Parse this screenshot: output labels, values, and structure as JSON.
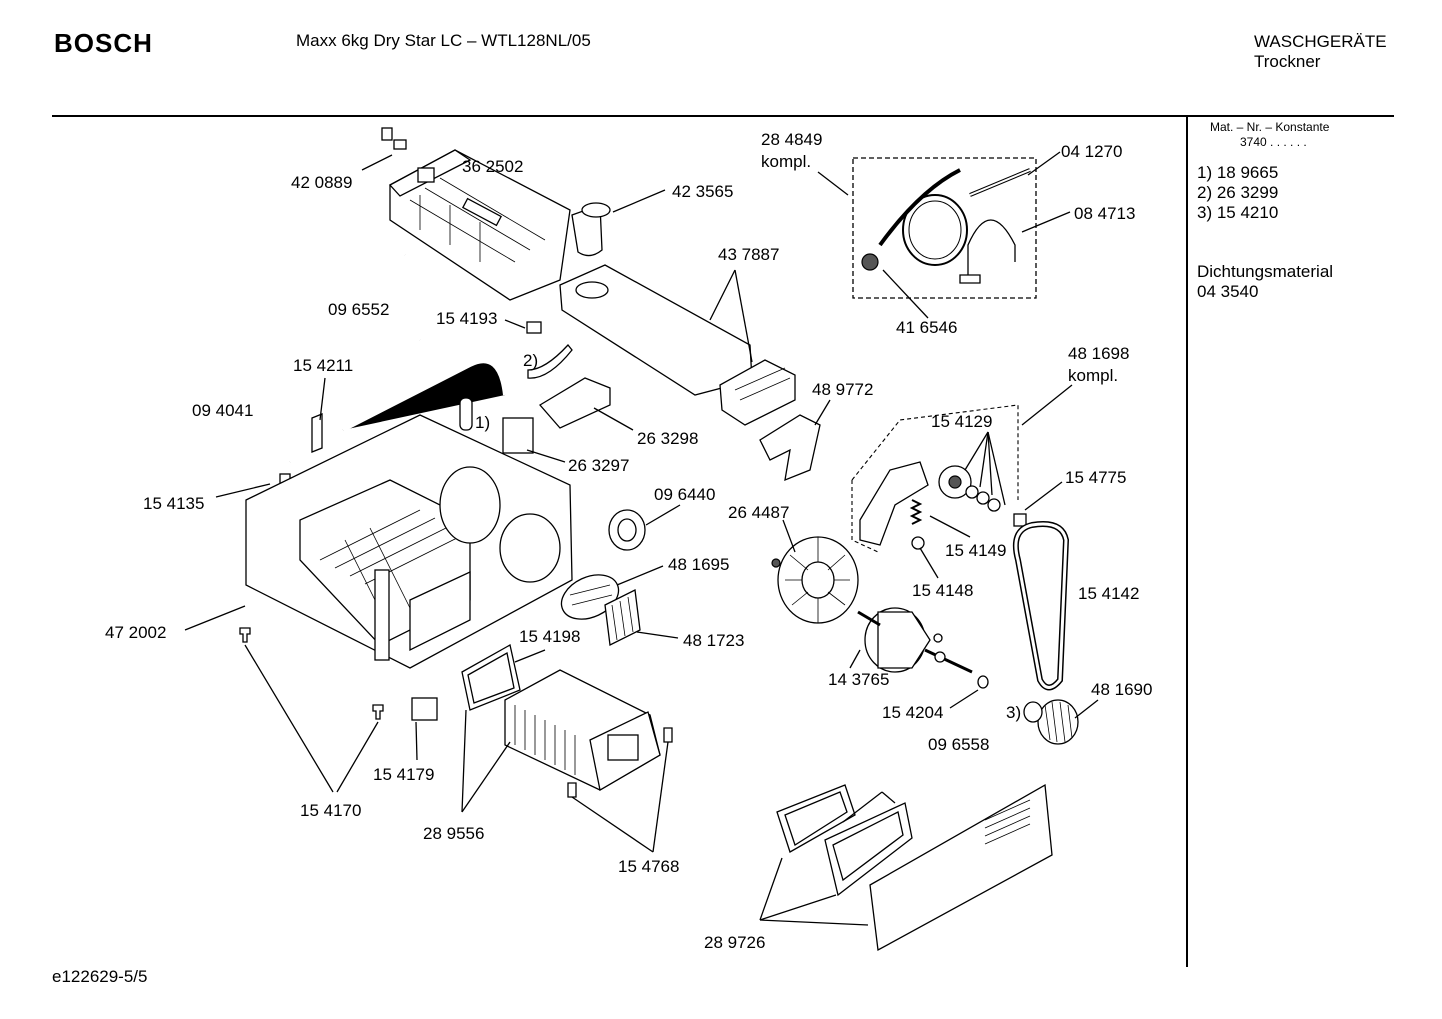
{
  "header": {
    "brand": "BOSCH",
    "model": "Maxx 6kg Dry Star LC – WTL128NL/05",
    "category_line1": "WASCHGERÄTE",
    "category_line2": "Trockner"
  },
  "sidebar": {
    "mat_label": "Mat. – Nr. – Konstante",
    "mat_value": "3740 . . . . . .",
    "refs": [
      "1) 18 9665",
      "2) 26 3299",
      "3) 15 4210"
    ],
    "seal_label": "Dichtungsmaterial",
    "seal_value": "04 3540"
  },
  "footer": {
    "doc_id": "e122629-5/5"
  },
  "parts": {
    "p284849": "28 4849",
    "kompl1": "kompl.",
    "p041270": "04 1270",
    "p362502": "36 2502",
    "p420889": "42 0889",
    "p423565": "42 3565",
    "p084713": "08 4713",
    "p437887": "43 7887",
    "p096552": "09 6552",
    "p154193": "15 4193",
    "p416546": "41 6546",
    "p481698": "48 1698",
    "kompl2": "kompl.",
    "p154211": "15 4211",
    "ref2": "2)",
    "p489772": "48 9772",
    "p094041": "09 4041",
    "ref1": "1)",
    "p263298": "26 3298",
    "p154129": "15 4129",
    "p263297": "26 3297",
    "p154775": "15 4775",
    "p154135": "15 4135",
    "p096440": "09 6440",
    "p264487": "26 4487",
    "p154149": "15 4149",
    "p481695": "48 1695",
    "p154148": "15 4148",
    "p154142": "15 4142",
    "p472002": "47 2002",
    "p154198": "15 4198",
    "p481723": "48 1723",
    "p143765": "14 3765",
    "p481690": "48 1690",
    "p154204": "15 4204",
    "ref3": "3)",
    "p096558": "09 6558",
    "p154179": "15 4179",
    "p154170": "15 4170",
    "p289556": "28 9556",
    "p154768": "15 4768",
    "p289726": "28 9726"
  }
}
